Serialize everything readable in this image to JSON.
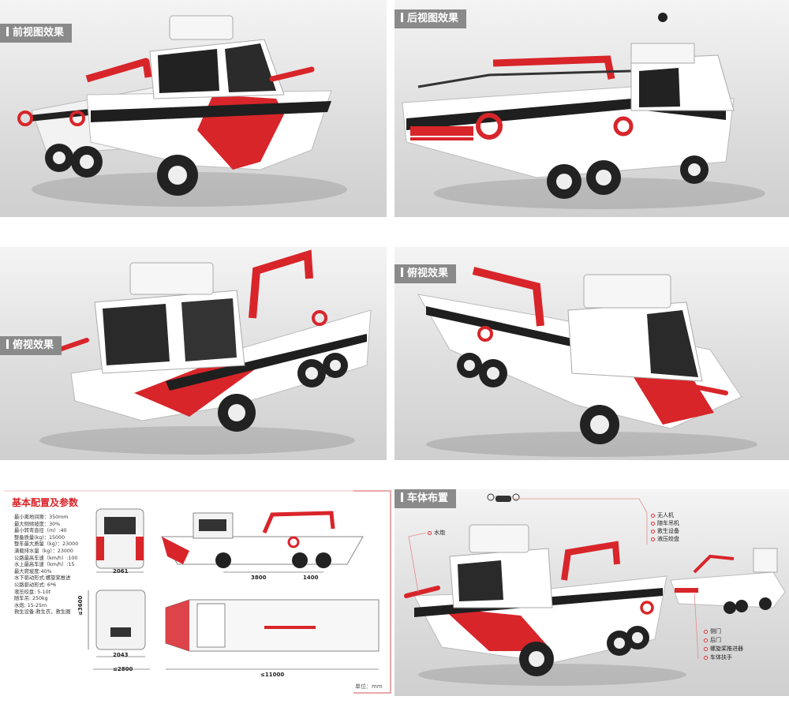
{
  "colors": {
    "accent": "#d8252a",
    "body": "#ffffff",
    "trim": "#1f1f1f",
    "tag_bg": "#8a8a8a"
  },
  "panels": {
    "front_view": "前视图效果",
    "rear_view": "后视图效果",
    "top_view_left": "俯视效果",
    "top_view_right": "俯视效果",
    "layout": "车体布置"
  },
  "specs": {
    "title": "基本配置及参数",
    "items": [
      "最小离地间隙：350mm",
      "最大侧倾坡度：30%",
      "最小转弯直径（m）:40",
      "整备质量(kg)：15000",
      "整车最大质量（kg）：23000",
      "满载排水量（kg）：23000",
      "公路最高车速（km/h）:100",
      "水上最高车速（km/h）:15",
      "最大爬坡度:40%",
      "水下驱动形式:螺旋桨推进",
      "公路驱动形式: 6*6",
      "液压绞盘: 5-10t",
      "随车吊: 250kg",
      "水炮: 15-25m",
      "救生设备:救生衣，救生圈"
    ],
    "dims": {
      "front_width": "2061",
      "rear_width": "2043",
      "overall_width": "≤2800",
      "height": "≤3600",
      "wheelbase_a": "3800",
      "wheelbase_b": "1400",
      "overall_length": "≤11000"
    },
    "unit_label": "单位：mm"
  },
  "callouts": {
    "water_cannon": "水炮",
    "drone": "无人机",
    "crane": "随车吊机",
    "rescue": "救生设备",
    "winch": "液压绞盘",
    "side_door": "侧门",
    "rear_door": "后门",
    "propeller": "螺旋桨推进器",
    "handrail": "车体扶手"
  }
}
